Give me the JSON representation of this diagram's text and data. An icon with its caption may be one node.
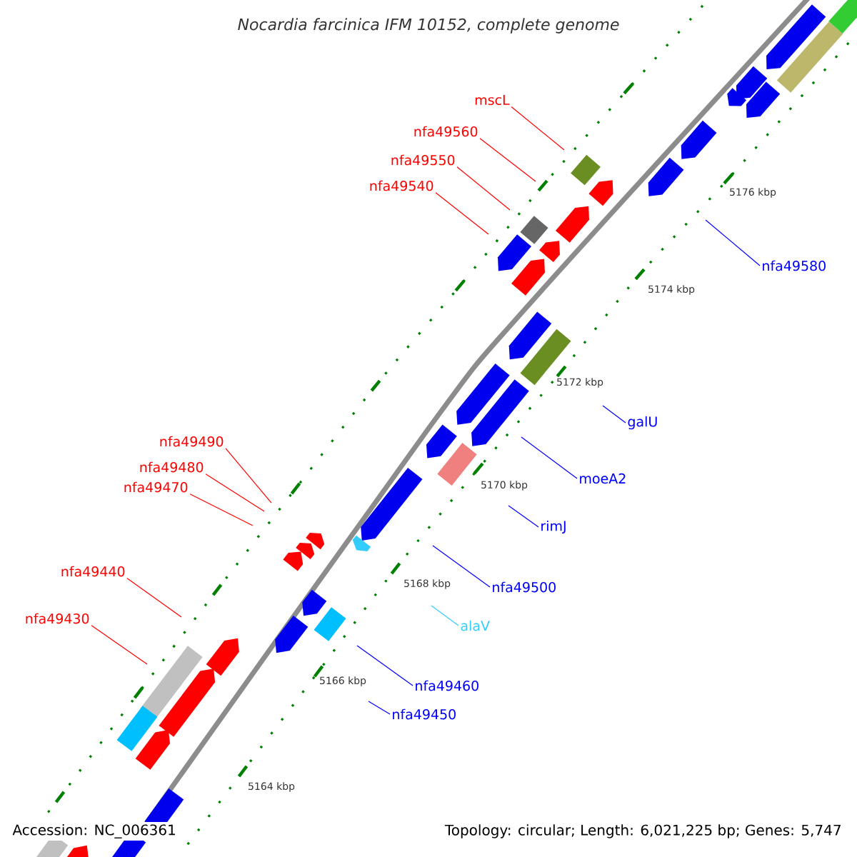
{
  "diagram": {
    "title": "Nocardia farcinica IFM 10152, complete genome",
    "nodes": [
      {
        "text": [
          "mscL"
        ]
      },
      {
        "text": [
          "nfa49560"
        ]
      },
      {
        "text": [
          "nfa49550"
        ]
      },
      {
        "text": [
          "nfa49540"
        ]
      },
      {
        "text": [
          "nfa49580"
        ]
      },
      {
        "text": [
          "galU"
        ]
      },
      {
        "text": [
          "nfa49490"
        ]
      },
      {
        "text": [
          "nfa49480"
        ]
      },
      {
        "text": [
          "moeA2"
        ]
      },
      {
        "text": [
          "nfa49470"
        ]
      },
      {
        "text": [
          "rimJ"
        ]
      },
      {
        "text": [
          "nfa49440"
        ]
      },
      {
        "text": [
          "nfa49500"
        ]
      },
      {
        "text": [
          "nfa49430"
        ]
      },
      {
        "text": [
          "alaV"
        ]
      },
      {
        "text": [
          "nfa49460"
        ]
      },
      {
        "text": [
          "nfa49450"
        ]
      }
    ],
    "edges": [
      {
        "from": 0,
        "to": null,
        "arrow": "none"
      },
      {
        "from": 1,
        "to": null,
        "arrow": "none"
      },
      {
        "from": 2,
        "to": null,
        "arrow": "none"
      },
      {
        "from": 3,
        "to": null,
        "arrow": "none"
      },
      {
        "from": 4,
        "to": null,
        "arrow": "none",
        "color": "#0000ff"
      },
      {
        "from": 5,
        "to": null,
        "arrow": "none",
        "color": "#0000ff"
      },
      {
        "from": 6,
        "to": null,
        "arrow": "none"
      },
      {
        "from": 7,
        "to": null,
        "arrow": "none"
      },
      {
        "from": 8,
        "to": null,
        "arrow": "none",
        "color": "#0000ff"
      },
      {
        "from": 9,
        "to": null,
        "arrow": "none"
      },
      {
        "from": 10,
        "to": null,
        "arrow": "none",
        "color": "#0000ff"
      },
      {
        "from": 11,
        "to": null,
        "arrow": "none"
      },
      {
        "from": 12,
        "to": null,
        "arrow": "none",
        "color": "#0000ff"
      },
      {
        "from": 13,
        "to": null,
        "arrow": "none"
      },
      {
        "from": 14,
        "to": null,
        "arrow": "none",
        "color": "#33ccff"
      },
      {
        "from": 15,
        "to": null,
        "arrow": "none",
        "color": "#0000ff"
      },
      {
        "from": 16,
        "to": null,
        "arrow": "none",
        "color": "#0000ff"
      }
    ],
    "labels": [
      "5176 kbp",
      "5174 kbp",
      "5172 kbp",
      "5170 kbp",
      "5168 kbp",
      "5166 kbp",
      "5164 kbp",
      "Accession: NC_006361",
      "Topology: circular; Length: 6,021,225 bp; Genes: 5,747"
    ]
  }
}
